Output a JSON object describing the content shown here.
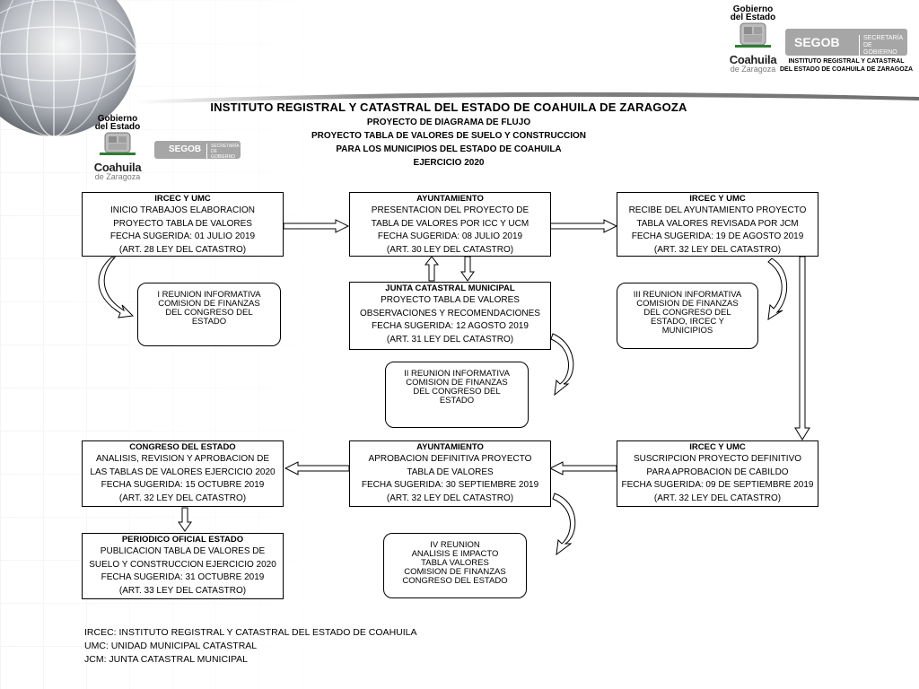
{
  "header": {
    "title": "INSTITUTO REGISTRAL Y CATASTRAL DEL ESTADO DE COAHUILA DE ZARAGOZA",
    "subtitle_lines": [
      "PROYECTO DE DIAGRAMA DE FLUJO",
      "PROYECTO TABLA DE VALORES DE SUELO Y CONSTRUCCION",
      "PARA LOS MUNICIPIOS DEL ESTADO DE COAHUILA",
      "EJERCICIO 2020"
    ]
  },
  "logos": {
    "gobierno_line1": "Gobierno",
    "gobierno_line2": "del Estado",
    "coahuila": "Coahuila",
    "zaragoza": "de Zaragoza",
    "segob": "SEGOB",
    "secretaria_line1": "SECRETARÍA",
    "secretaria_line2": "DE GOBIERNO",
    "institute_caption_line1": "INSTITUTO REGISTRAL Y CATASTRAL",
    "institute_caption_line2": "DEL ESTADO DE COAHUILA DE ZARAGOZA"
  },
  "colors": {
    "accent_gray": "#a6a6a6",
    "line": "#000000",
    "green": "#2e7d32",
    "red": "#c62828"
  },
  "boxes": {
    "irec_inicio": {
      "head": "IRCEC Y UMC",
      "lines": [
        "INICIO TRABAJOS ELABORACION",
        "PROYECTO TABLA DE VALORES",
        "FECHA SUGERIDA:  01 JULIO 2019",
        "(ART. 28  LEY DEL CATASTRO)"
      ]
    },
    "ayto_presentacion": {
      "head": "AYUNTAMIENTO",
      "lines": [
        "PRESENTACION DEL PROYECTO DE",
        "TABLA DE VALORES POR ICC Y UCM",
        "FECHA SUGERIDA:   08 JULIO 2019",
        "(ART. 30 LEY DEL CATASTRO)"
      ]
    },
    "irec_recibe": {
      "head": "IRCEC Y UMC",
      "lines": [
        "RECIBE DEL AYUNTAMIENTO PROYECTO",
        "TABLA  VALORES REVISADA POR JCM",
        "FECHA SUGERIDA:     19 DE AGOSTO 2019",
        "(ART. 32 LEY DEL CATASTRO)"
      ]
    },
    "jcm": {
      "head": "JUNTA CATASTRAL MUNICIPAL",
      "lines": [
        "PROYECTO TABLA DE VALORES",
        "OBSERVACIONES Y RECOMENDACIONES",
        "FECHA SUGERIDA: 12 AGOSTO 2019",
        "(ART. 31 LEY DEL CATASTRO)"
      ]
    },
    "congreso": {
      "head": "CONGRESO DEL ESTADO",
      "lines": [
        "ANALISIS, REVISION Y APROBACION DE",
        "LAS TABLAS DE VALORES EJERCICIO 2020",
        "FECHA SUGERIDA: 15 OCTUBRE 2019",
        "(ART. 32 LEY DEL CATASTRO)"
      ]
    },
    "ayto_aprobacion": {
      "head": "AYUNTAMIENTO",
      "lines": [
        "APROBACION DEFINITIVA PROYECTO",
        "TABLA DE VALORES",
        "FECHA SUGERIDA: 30 SEPTIEMBRE 2019",
        "(ART. 32 LEY DEL CATASTRO)"
      ]
    },
    "irec_suscripcion": {
      "head": "IRCEC Y UMC",
      "lines": [
        "SUSCRIPCION PROYECTO DEFINITIVO",
        "PARA APROBACION DE CABILDO",
        "FECHA SUGERIDA: 09 DE SEPTIEMBRE 2019",
        "(ART. 32 LEY DEL CATASTRO)"
      ]
    },
    "periodico": {
      "head": "PERIODICO OFICIAL ESTADO",
      "lines": [
        "PUBLICACION TABLA DE VALORES DE",
        "SUELO Y CONSTRUCCION EJERCICIO 2020",
        "FECHA SUGERIDA: 31 OCTUBRE 2019",
        "(ART. 33 LEY DEL CATASTRO)"
      ]
    }
  },
  "notes": {
    "reunion1": [
      "I REUNION   INFORMATIVA",
      "COMISION  DE  FINANZAS",
      "DEL  CONGRESO  DEL",
      "ESTADO"
    ],
    "reunion2": [
      "II REUNION  INFORMATIVA",
      "COMISION  DE  FINANZAS",
      "DEL  CONGRESO  DEL",
      "ESTADO"
    ],
    "reunion3": [
      "III  REUNION   INFORMATIVA",
      "COMISION  DE  FINANZAS",
      "DEL  CONGRESO  DEL",
      "ESTADO,  IRCEC  Y",
      "MUNICIPIOS"
    ],
    "reunion4": [
      "IV  REUNION",
      "ANALISIS  E  IMPACTO",
      "TABLA  VALORES",
      "COMISION  DE  FINANZAS",
      "CONGRESO  DEL  ESTADO"
    ]
  },
  "legend": [
    "IRCEC: INSTITUTO REGISTRAL Y CATASTRAL DEL ESTADO DE COAHUILA",
    "UMC: UNIDAD MUNICIPAL CATASTRAL",
    "JCM: JUNTA CATASTRAL MUNICIPAL"
  ]
}
